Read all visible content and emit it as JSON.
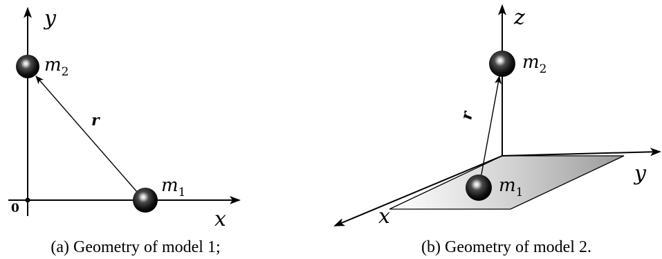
{
  "panel_a": {
    "axis_y_label": "y",
    "axis_x_label": "x",
    "origin_label": "0",
    "vector_label": "r",
    "mass1_label": {
      "base": "m",
      "sub": "1"
    },
    "mass2_label": {
      "base": "m",
      "sub": "2"
    },
    "caption": "(a)  Geometry of model 1;"
  },
  "panel_b": {
    "axis_z_label": "z",
    "axis_y_label": "y",
    "axis_x_label": "x",
    "vector_label": "r",
    "mass1_label": {
      "base": "m",
      "sub": "1"
    },
    "mass2_label": {
      "base": "m",
      "sub": "2"
    },
    "caption": "(b)  Geometry of model 2."
  }
}
